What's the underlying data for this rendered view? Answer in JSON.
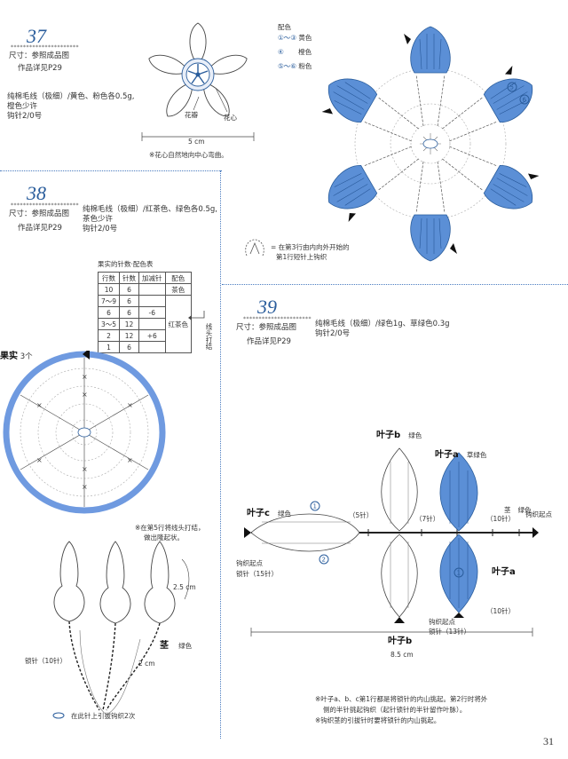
{
  "p37": {
    "num": "37",
    "stars": "**********************",
    "size": "尺寸：参照成品图",
    "ref": "作品详见P29",
    "materials": [
      "纯棉毛线（极细）/黄色、粉色各0.5g,",
      "橙色少许",
      "钩针2/0号"
    ],
    "label_petal": "花瓣",
    "label_center": "花心",
    "dim": "5 cm",
    "note": "※花心自然地向中心弯曲。",
    "color_title": "配色",
    "colors": [
      {
        "rows": "①～③",
        "name": "黄色"
      },
      {
        "rows": "④",
        "name": "橙色"
      },
      {
        "rows": "⑤～⑥",
        "name": "粉色"
      }
    ],
    "note2": [
      "= 在第3行由内向外开始的",
      "第1行短针上钩织"
    ]
  },
  "p38": {
    "num": "38",
    "stars": "**********************",
    "size": "尺寸：参照成品图",
    "ref": "作品详见P29",
    "materials": [
      "纯棉毛线（极细）/红茶色、绿色各0.5g,",
      "茶色少许",
      "钩针2/0号"
    ],
    "table_title": "果实的针数·配色表",
    "table_header": [
      "行数",
      "针数",
      "加减针",
      "配色"
    ],
    "table_rows": [
      [
        "10",
        "6",
        "",
        "茶色"
      ],
      [
        "7～9",
        "6",
        "",
        ""
      ],
      [
        "6",
        "6",
        "-6",
        ""
      ],
      [
        "3～5",
        "12",
        "",
        "红茶色"
      ],
      [
        "2",
        "12",
        "+6",
        ""
      ],
      [
        "1",
        "6",
        "",
        ""
      ]
    ],
    "side_note": "线头打结",
    "fruit_label": "果实",
    "fruit_count": "3个",
    "note_knot": [
      "※在第5行将线头打结，",
      "做出隆起状。"
    ],
    "dim_25": "2.5 cm",
    "dim_2": "2 cm",
    "stem": "茎",
    "stem_color": "绿色",
    "chain": "锁针（10针）",
    "bottom_note": "在此针上引拔钩织2次"
  },
  "p39": {
    "num": "39",
    "stars": "**********************",
    "size": "尺寸：参照成品图",
    "ref": "作品详见P29",
    "materials": [
      "纯棉毛线（极细）/绿色1g、草绿色0.3g",
      "钩针2/0号"
    ],
    "leaf_b": "叶子b",
    "leaf_b_color": "绿色",
    "leaf_a": "叶子a",
    "leaf_a_color": "草绿色",
    "leaf_c": "叶子c",
    "leaf_c_color": "绿色",
    "stem": "茎",
    "stem_color": "绿色",
    "start": "钩织起点",
    "ch5": "（5针）",
    "ch7": "（7针）",
    "ch10": "（10针）",
    "ch15": "锁针（15针）",
    "ch13": "锁针（13针）",
    "dim": "8.5 cm",
    "notes": [
      "※叶子a、b、c第1行都是将锁针的内山挑起。第2行时将外",
      "侧的半针挑起钩织（起针锁针的半针留作叶脉）。",
      "※钩织茎的引拔针时要将锁针的内山挑起。"
    ]
  },
  "page_number": "31"
}
